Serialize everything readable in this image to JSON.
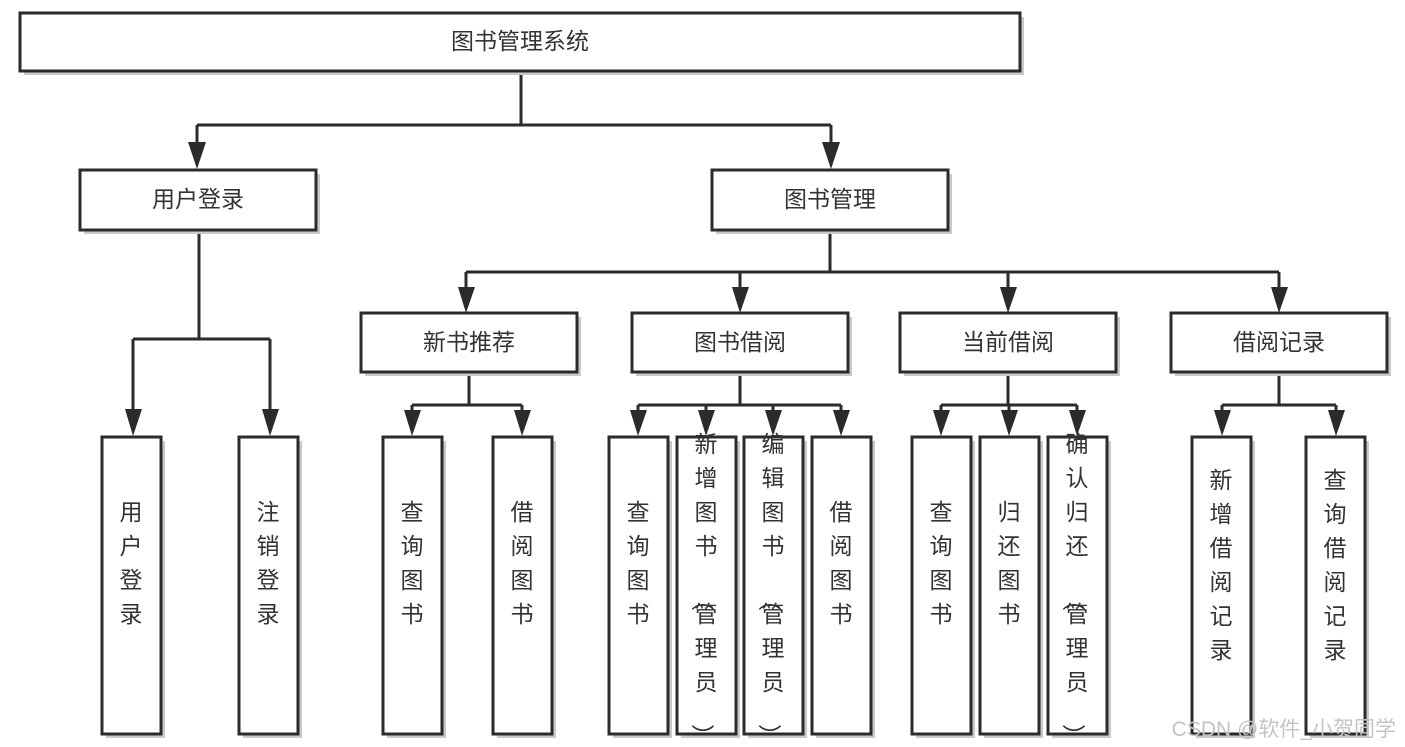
{
  "diagram": {
    "title": "图书管理系统",
    "root": {
      "id": "root",
      "label": "图书管理系统",
      "orientation": "horizontal"
    },
    "level2": [
      {
        "id": "user-login",
        "label": "用户登录",
        "orientation": "horizontal"
      },
      {
        "id": "book-manage",
        "label": "图书管理",
        "orientation": "horizontal"
      }
    ],
    "level3": [
      {
        "id": "new-book-recommend",
        "label": "新书推荐",
        "orientation": "horizontal",
        "parent": "book-manage"
      },
      {
        "id": "book-borrow",
        "label": "图书借阅",
        "orientation": "horizontal",
        "parent": "book-manage"
      },
      {
        "id": "current-borrow",
        "label": "当前借阅",
        "orientation": "horizontal",
        "parent": "book-manage"
      },
      {
        "id": "borrow-record",
        "label": "借阅记录",
        "orientation": "horizontal",
        "parent": "book-manage"
      }
    ],
    "leaves": [
      {
        "id": "leaf-user-login",
        "label": "用户登录",
        "orientation": "vertical",
        "parent": "user-login"
      },
      {
        "id": "leaf-logout-login",
        "label": "注销登录",
        "orientation": "vertical",
        "parent": "user-login"
      },
      {
        "id": "leaf-query-book-1",
        "label": "查询图书",
        "orientation": "vertical",
        "parent": "new-book-recommend"
      },
      {
        "id": "leaf-borrow-book-1",
        "label": "借阅图书",
        "orientation": "vertical",
        "parent": "new-book-recommend"
      },
      {
        "id": "leaf-query-book-2",
        "label": "查询图书",
        "orientation": "vertical",
        "parent": "book-borrow"
      },
      {
        "id": "leaf-add-book",
        "label": "新增图书（管理员）",
        "orientation": "vertical",
        "parent": "book-borrow"
      },
      {
        "id": "leaf-edit-book",
        "label": "编辑图书（管理员）",
        "orientation": "vertical",
        "parent": "book-borrow"
      },
      {
        "id": "leaf-borrow-book-2",
        "label": "借阅图书",
        "orientation": "vertical",
        "parent": "book-borrow"
      },
      {
        "id": "leaf-query-book-3",
        "label": "查询图书",
        "orientation": "vertical",
        "parent": "current-borrow"
      },
      {
        "id": "leaf-return-book",
        "label": "归还图书",
        "orientation": "vertical",
        "parent": "current-borrow"
      },
      {
        "id": "leaf-confirm-return",
        "label": "确认归还（管理员）",
        "orientation": "vertical",
        "parent": "current-borrow"
      },
      {
        "id": "leaf-add-record",
        "label": "新增借阅记录",
        "orientation": "vertical",
        "parent": "borrow-record"
      },
      {
        "id": "leaf-query-record",
        "label": "查询借阅记录",
        "orientation": "vertical",
        "parent": "borrow-record"
      }
    ],
    "watermark": "CSDN @软件_小贺同学",
    "colors": {
      "stroke": "#2b2b2b",
      "fill": "#ffffff",
      "text": "#333333",
      "shadow": "#c9c9c9",
      "watermark": "#c4c4c4",
      "background": "#ffffff"
    }
  }
}
